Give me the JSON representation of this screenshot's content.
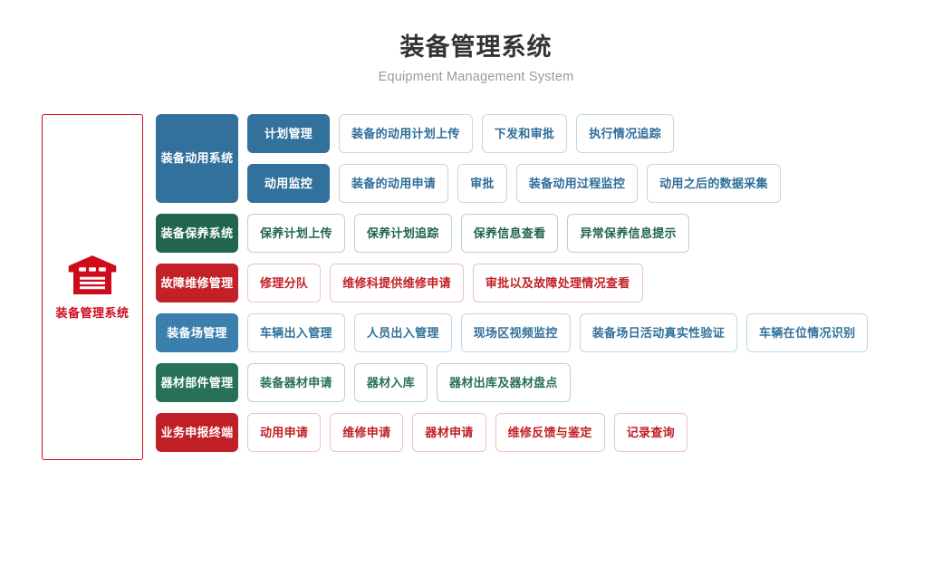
{
  "header": {
    "title": "装备管理系统",
    "subtitle": "Equipment Management System"
  },
  "root": {
    "label": "装备管理系统",
    "icon": "warehouse-icon",
    "color": "#cf0a1d"
  },
  "colors": {
    "blue_dark": "#31719c",
    "blue_light": "#3b7fad",
    "green": "#22654f",
    "green2": "#27705a",
    "red": "#c22128",
    "red2": "#c01f25",
    "title_text": "#333333",
    "subtitle_text": "#9a9a9a"
  },
  "rows": [
    {
      "category": "装备动用系统",
      "theme": "blue-dark",
      "subrows": [
        {
          "subcategory": "计划管理",
          "items": [
            "装备的动用计划上传",
            "下发和审批",
            "执行情况追踪"
          ]
        },
        {
          "subcategory": "动用监控",
          "items": [
            "装备的动用申请",
            "审批",
            "装备动用过程监控",
            "动用之后的数据采集"
          ]
        }
      ]
    },
    {
      "category": "装备保养系统",
      "theme": "green",
      "items": [
        "保养计划上传",
        "保养计划追踪",
        "保养信息查看",
        "异常保养信息提示"
      ]
    },
    {
      "category": "故障维修管理",
      "theme": "red",
      "items": [
        "修理分队",
        "维修科提供维修申请",
        "审批以及故障处理情况查看"
      ]
    },
    {
      "category": "装备场管理",
      "theme": "blue-light",
      "items": [
        "车辆出入管理",
        "人员出入管理",
        "现场区视频监控",
        "装备场日活动真实性验证",
        "车辆在位情况识别"
      ]
    },
    {
      "category": "器材部件管理",
      "theme": "green2",
      "items": [
        "装备器材申请",
        "器材入库",
        "器材出库及器材盘点"
      ]
    },
    {
      "category": "业务申报终端",
      "theme": "red2",
      "items": [
        "动用申请",
        "维修申请",
        "器材申请",
        "维修反馈与鉴定",
        "记录查询"
      ]
    }
  ]
}
